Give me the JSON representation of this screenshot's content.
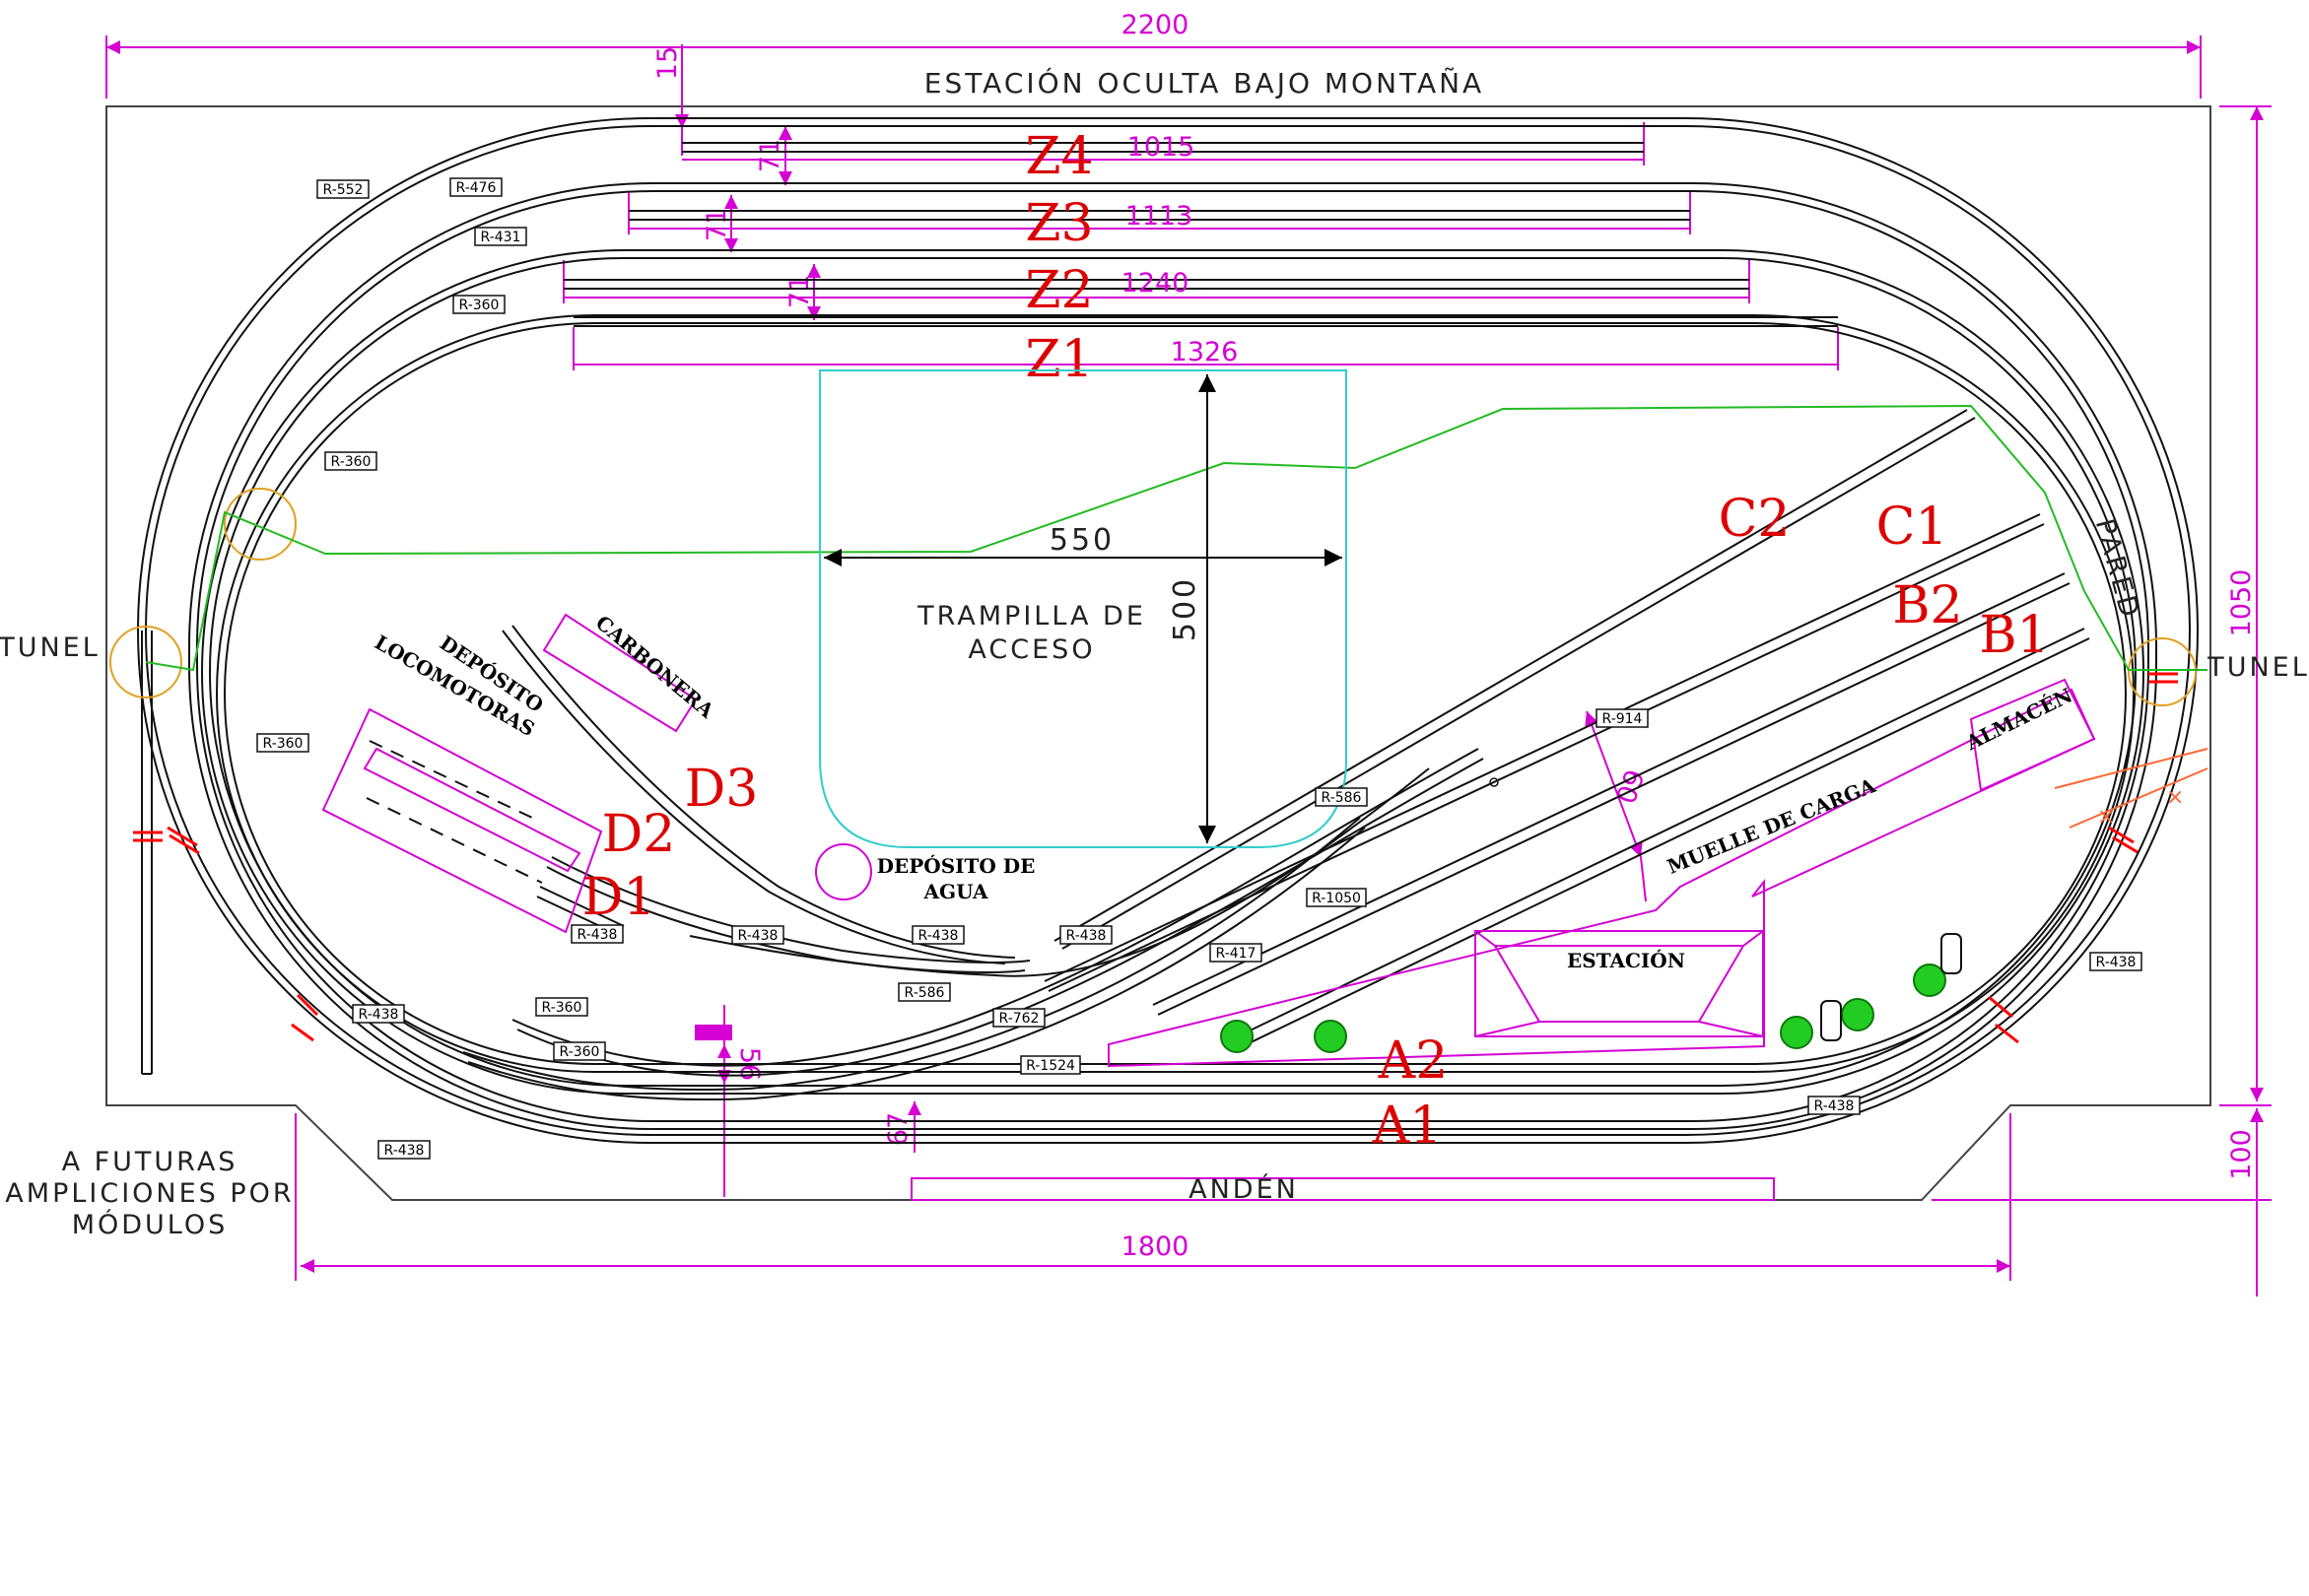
{
  "title": "ESTACIÓN OCULTA BAJO MONTAÑA",
  "dimensions": {
    "total_width": "2200",
    "bottom_width": "1800",
    "right_height": "1050",
    "right_bottom": "100",
    "hatch_width": "550",
    "hatch_height": "500",
    "gap_top": "15",
    "spacing_z4": "71",
    "spacing_z3": "71",
    "spacing_z2": "71",
    "spacing_front": "56",
    "spacing_platform": "67",
    "spacing_yard": "60"
  },
  "hidden_tracks": [
    {
      "label": "Z4",
      "length": "1015"
    },
    {
      "label": "Z3",
      "length": "1113"
    },
    {
      "label": "Z2",
      "length": "1240"
    },
    {
      "label": "Z1",
      "length": "1326"
    }
  ],
  "track_labels": {
    "c2": "C2",
    "c1": "C1",
    "b2": "B2",
    "b1": "B1",
    "a2": "A2",
    "a1": "A1",
    "d1": "D1",
    "d2": "D2",
    "d3": "D3"
  },
  "areas": {
    "hatch": "TRAMPILLA DE",
    "hatch_2": "ACCESO",
    "wall": "PARED",
    "tunnel_left": "TUNEL",
    "tunnel_right": "TUNEL",
    "platform": "ANDÉN",
    "future_1": "A FUTURAS",
    "future_2": "AMPLICIONES POR",
    "future_3": "MÓDULOS"
  },
  "buildings": {
    "depot_1": "DEPÓSITO",
    "depot_2": "LOCOMOTORAS",
    "coal": "CARBONERA",
    "water_1": "DEPÓSITO DE",
    "water_2": "AGUA",
    "dock": "MUELLE DE CARGA",
    "warehouse": "ALMACÉN",
    "station": "ESTACIÓN"
  },
  "radii": {
    "r552": "R-552",
    "r476": "R-476",
    "r431": "R-431",
    "r360a": "R-360",
    "r360b": "R-360",
    "r360c": "R-360",
    "r360d": "R-360",
    "r360e": "R-360",
    "r438a": "R-438",
    "r438b": "R-438",
    "r438c": "R-438",
    "r438d": "R-438",
    "r438e": "R-438",
    "r438f": "R-438",
    "r438g": "R-438",
    "r438h": "R-438",
    "r586a": "R-586",
    "r586b": "R-586",
    "r914": "R-914",
    "r1050": "R-1050",
    "r417": "R-417",
    "r762": "R-762",
    "r1524": "R-1524"
  },
  "colors": {
    "dimension": "#d400d4",
    "labels": "#dd0000",
    "track": "#111111",
    "hatch": "#33cccc",
    "wall_line": "#22bb22",
    "tunnel": "#e0a020",
    "trees": "#22cc22"
  }
}
